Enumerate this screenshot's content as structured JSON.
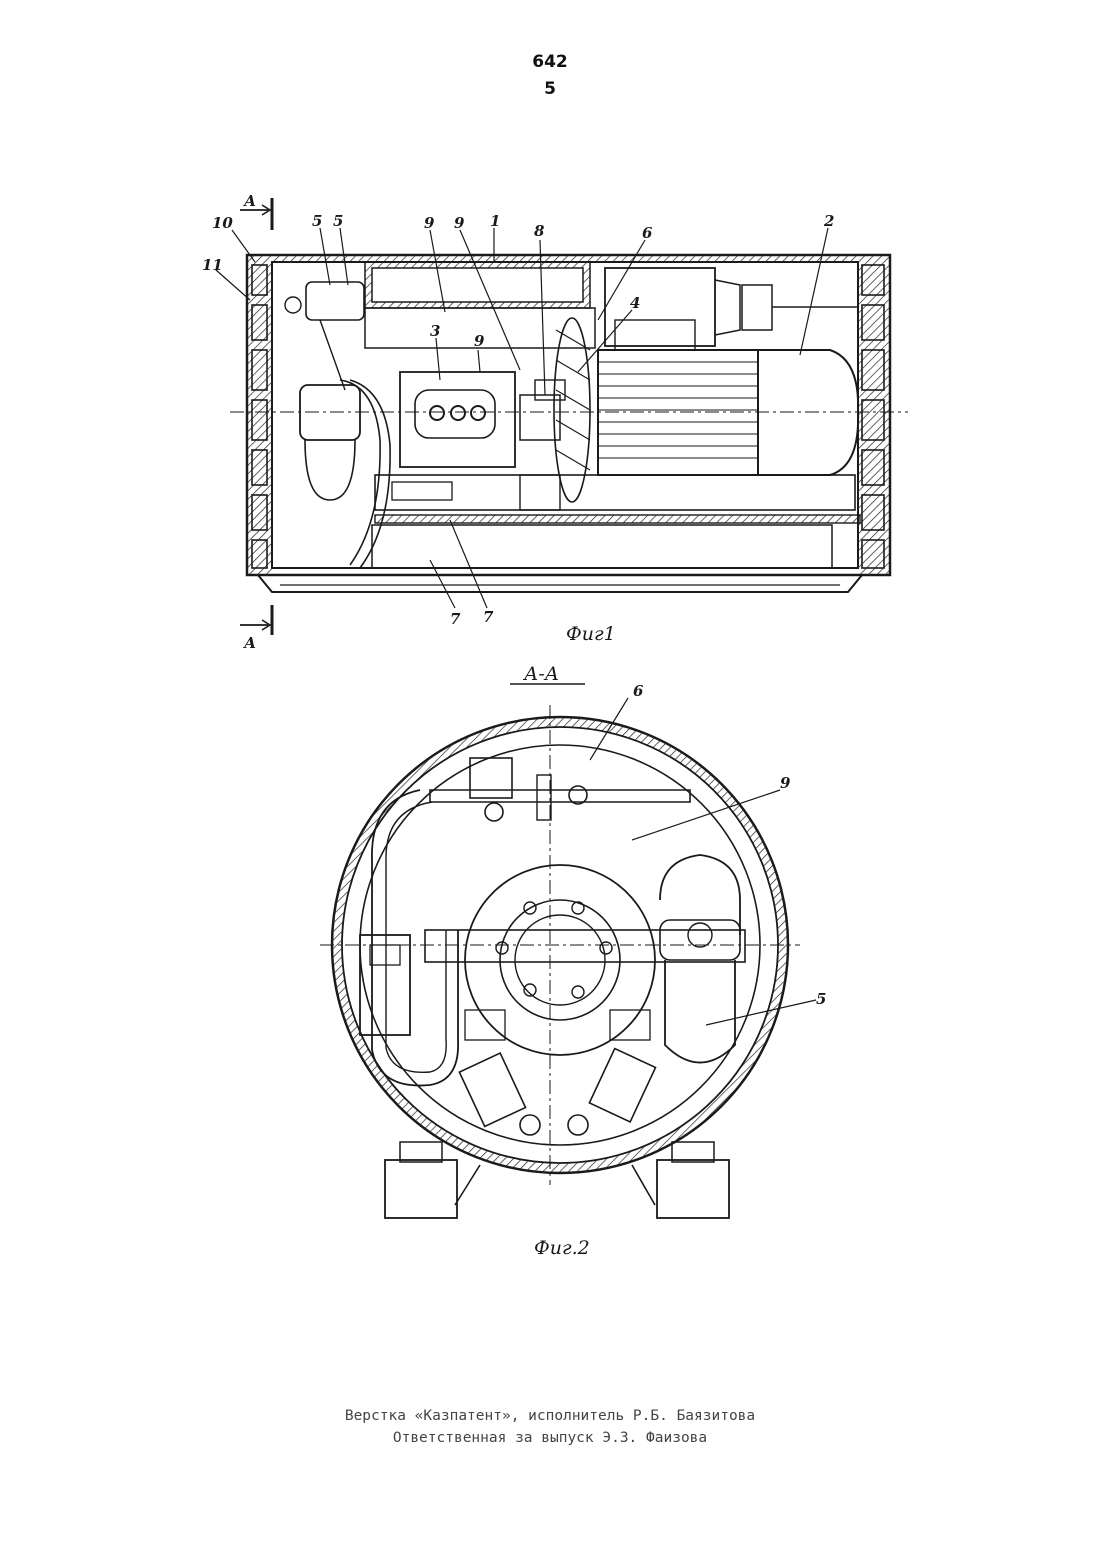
{
  "header": {
    "doc_number": "642",
    "page_number": "5"
  },
  "figure1": {
    "caption": "Фиг1",
    "section_mark": "А",
    "labels": [
      "10",
      "11",
      "5",
      "5",
      "9",
      "9",
      "1",
      "8",
      "6",
      "2",
      "4",
      "3",
      "9",
      "7",
      "7"
    ]
  },
  "figure2": {
    "caption": "Фиг.2",
    "section_title": "А-А",
    "labels": [
      "6",
      "9",
      "5"
    ]
  },
  "footer": {
    "line1": "Верстка «Казпатент», исполнитель Р.Б. Баязитова",
    "line2": "Ответственная за выпуск Э.З. Фаизова"
  }
}
